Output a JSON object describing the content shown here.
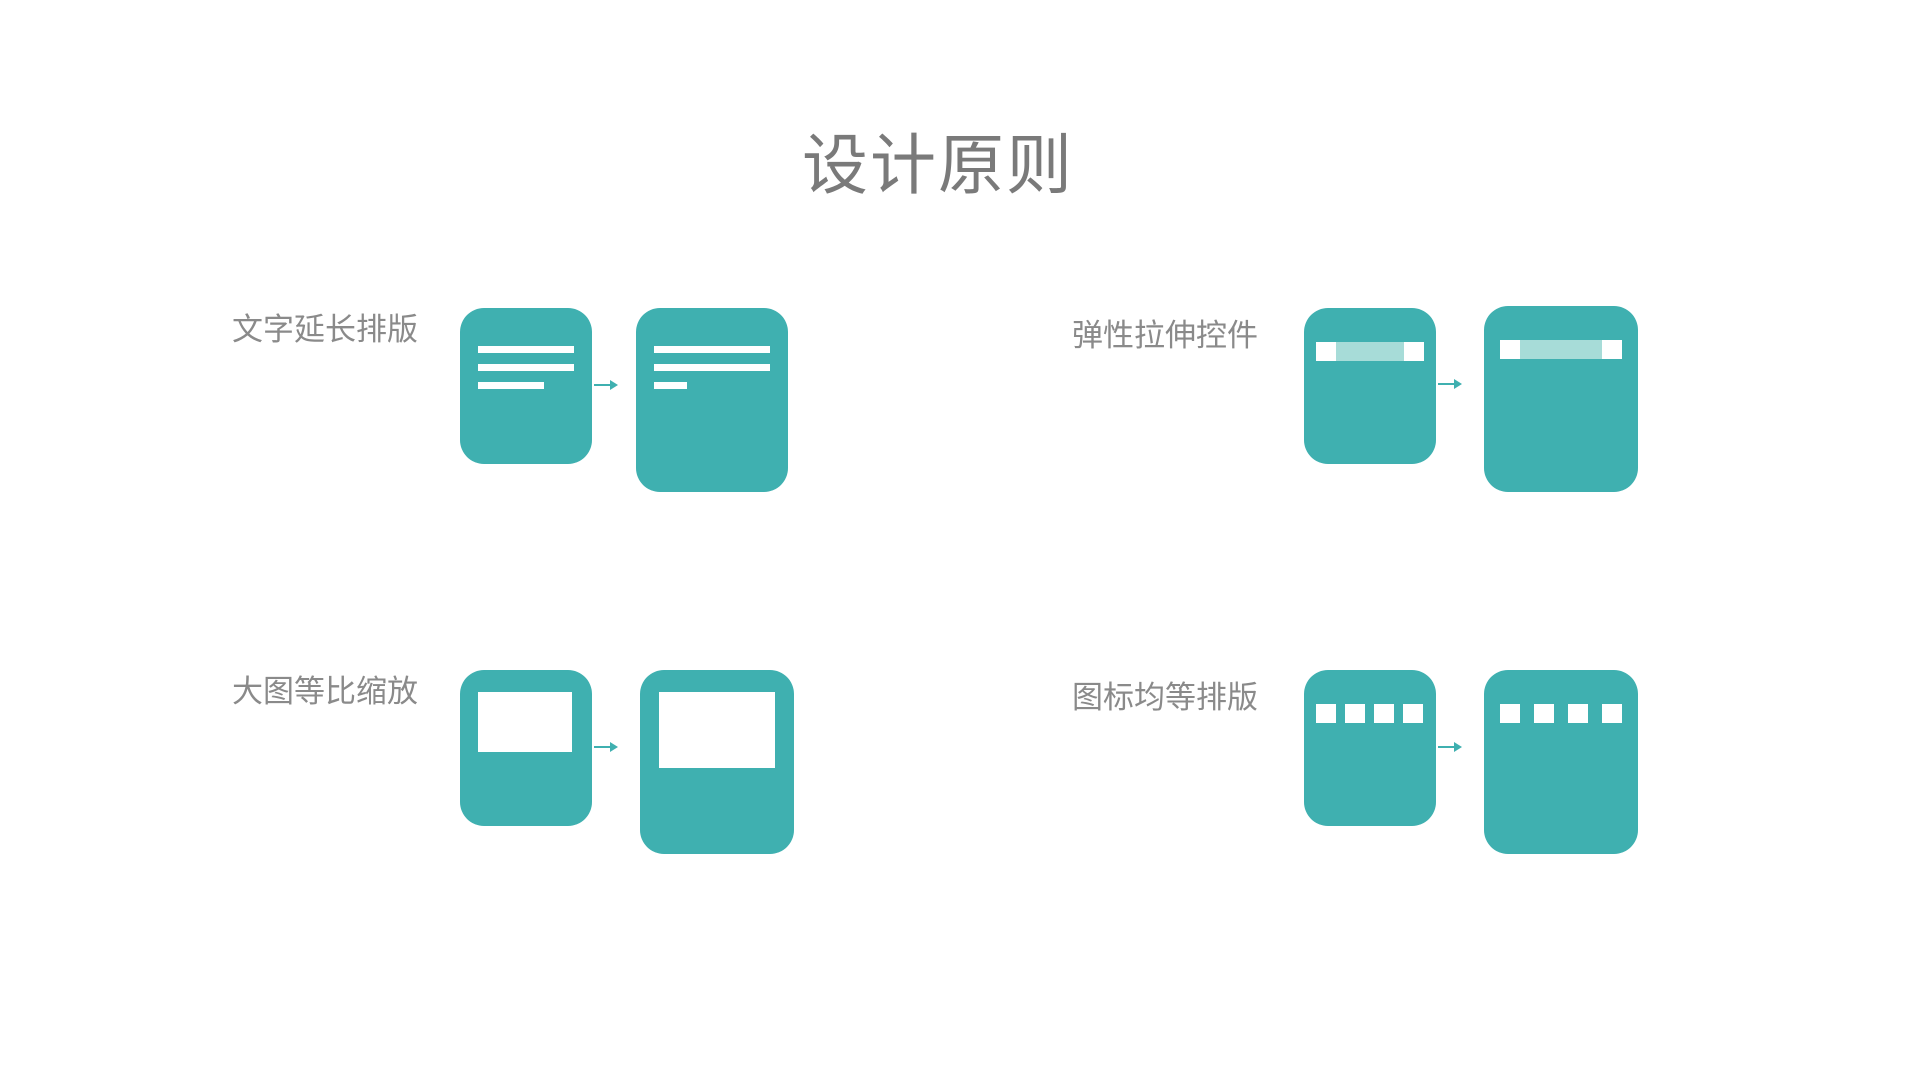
{
  "title": "设计原则",
  "colors": {
    "card": "#3fb0b0",
    "light_track": "#a7dcd8",
    "text": "#8a8a8a"
  },
  "principles": [
    {
      "id": "text-extend",
      "label": "文字延长排版"
    },
    {
      "id": "elastic-stretch",
      "label": "弹性拉伸控件"
    },
    {
      "id": "image-scale",
      "label": "大图等比缩放"
    },
    {
      "id": "icon-equal",
      "label": "图标均等排版"
    }
  ]
}
